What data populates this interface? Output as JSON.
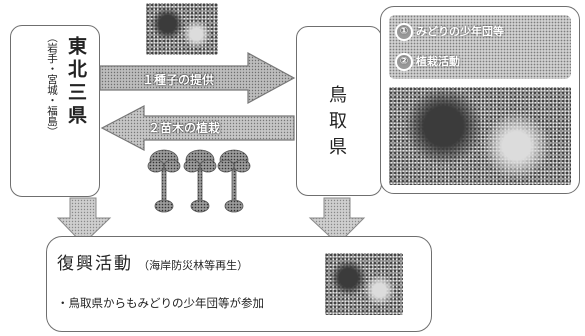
{
  "left_box": {
    "title": "東北三県",
    "subtitle": "（岩手・宮城・福島）"
  },
  "right_box": {
    "title": "鳥取県"
  },
  "arrow_top": {
    "label": "１種子の提供"
  },
  "arrow_bottom": {
    "label": "２苗木の植栽"
  },
  "photo_panel": {
    "items": [
      {
        "marker": "①",
        "text": "みどりの少年団等"
      },
      {
        "marker": "②",
        "text": "植栽活動"
      }
    ]
  },
  "bottom_box": {
    "title": "復興活動",
    "title_note": "（海岸防災林等再生）",
    "bullet": "・鳥取県からもみどりの少年団等が参加"
  }
}
